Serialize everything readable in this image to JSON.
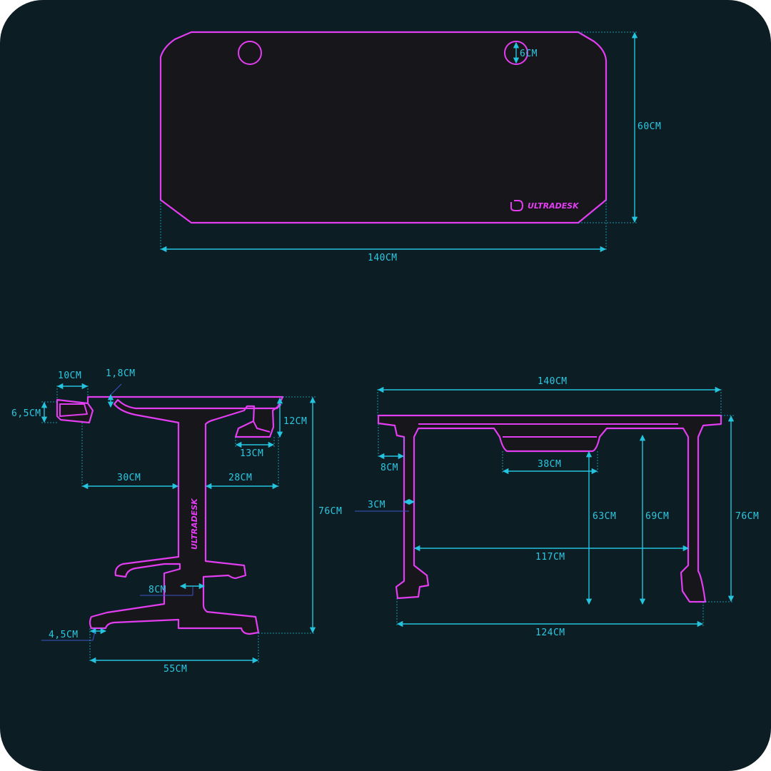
{
  "brand": {
    "name": "ULTRADESK",
    "accent_color": "#e23df0",
    "dimension_color": "#2cc8e2",
    "background": "#0c1e24"
  },
  "top_view": {
    "labels": {
      "width": "140CM",
      "depth": "60CM",
      "hole": "6CM"
    }
  },
  "side_view": {
    "labels": {
      "lip_width": "10CM",
      "thickness": "1,8CM",
      "lip_height": "6,5CM",
      "hook_height": "12CM",
      "hook_width": "13CM",
      "front_overhang": "30CM",
      "rear_overhang": "28CM",
      "height": "76CM",
      "column": "8CM",
      "foot_height": "4,5CM",
      "base": "55CM"
    }
  },
  "front_view": {
    "labels": {
      "top_width": "140CM",
      "edge": "8CM",
      "tray": "38CM",
      "leg": "3CM",
      "tray_height": "63CM",
      "frame_height": "69CM",
      "height": "76CM",
      "leg_span": "117CM",
      "base_span": "124CM"
    }
  }
}
